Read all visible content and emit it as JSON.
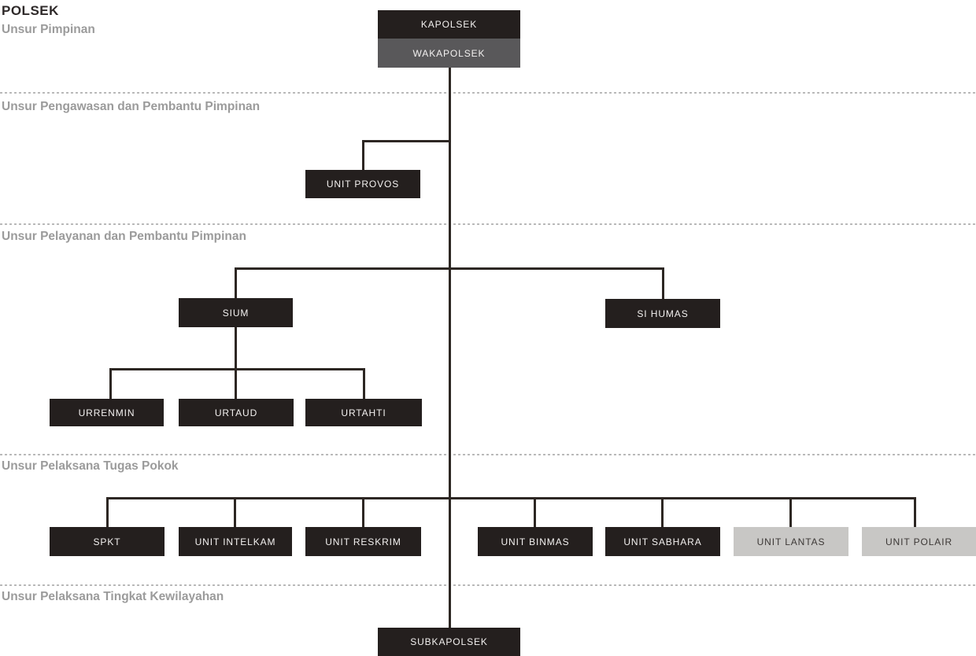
{
  "title": "POLSEK",
  "colors": {
    "box-dark": "#241f1e",
    "box-mid": "#59585a",
    "box-light": "#c8c7c5",
    "line": "#2d2723",
    "divider": "#b9b9b9",
    "section-label": "#9b9b9b",
    "title-text": "#2e2929",
    "box-dark-text": "#f3f1f0",
    "box-light-text": "#3c3836",
    "background": "#ffffff"
  },
  "sections": [
    {
      "label": "Unsur Pimpinan"
    },
    {
      "label": "Unsur Pengawasan dan Pembantu Pimpinan"
    },
    {
      "label": "Unsur Pelayanan dan Pembantu Pimpinan"
    },
    {
      "label": "Unsur Pelaksana Tugas Pokok"
    },
    {
      "label": "Unsur Pelaksana Tingkat Kewilayahan"
    }
  ],
  "nodes": {
    "kapolsek": {
      "label": "KAPOLSEK"
    },
    "wakapolsek": {
      "label": "WAKAPOLSEK"
    },
    "unit_provos": {
      "label": "UNIT PROVOS"
    },
    "sium": {
      "label": "SIUM"
    },
    "si_humas": {
      "label": "SI HUMAS"
    },
    "urrenmin": {
      "label": "URRENMIN"
    },
    "urtaud": {
      "label": "URTAUD"
    },
    "urtahti": {
      "label": "URTAHTI"
    },
    "spkt": {
      "label": "SPKT"
    },
    "unit_intelkam": {
      "label": "UNIT INTELKAM"
    },
    "unit_reskrim": {
      "label": "UNIT RESKRIM"
    },
    "unit_binmas": {
      "label": "UNIT BINMAS"
    },
    "unit_sabhara": {
      "label": "UNIT SABHARA"
    },
    "unit_lantas": {
      "label": "UNIT LANTAS"
    },
    "unit_polair": {
      "label": "UNIT POLAIR"
    },
    "subkapolsek": {
      "label": "SUBKAPOLSEK"
    }
  }
}
